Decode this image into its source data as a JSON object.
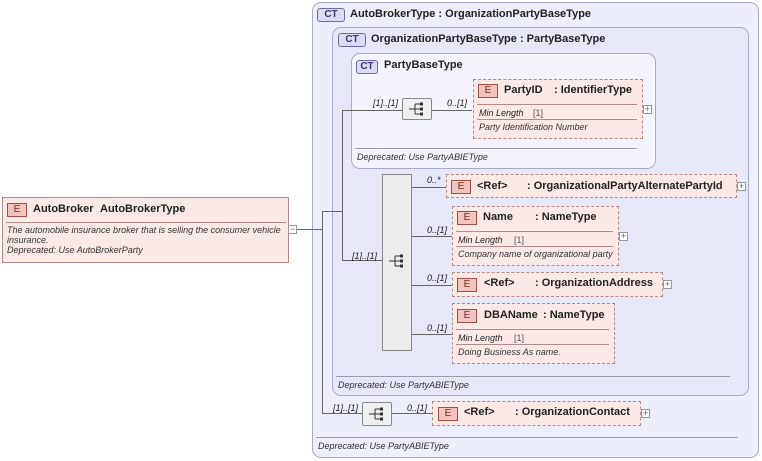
{
  "root": {
    "badge": "E",
    "name": "AutoBroker",
    "type": "AutoBrokerType",
    "doc1": "The automobile insurance broker that is selling the consumer vehicle",
    "doc2": "insurance.",
    "deprecated": "Deprecated: Use AutoBrokerParty",
    "collapse": "−"
  },
  "outer_type": {
    "badge": "CT",
    "title": "AutoBrokerType : OrganizationPartyBaseType",
    "deprecated": "Deprecated: Use PartyABIEType"
  },
  "mid_type": {
    "badge": "CT",
    "title": "OrganizationPartyBaseType : PartyBaseType",
    "deprecated": "Deprecated: Use PartyABIEType"
  },
  "inner_type": {
    "badge": "CT",
    "title": "PartyBaseType",
    "deprecated": "Deprecated: Use PartyABIEType"
  },
  "sequences": {
    "inner_card": "[1]..[1]",
    "mid_card": "[1]..[1]",
    "outer_card": "[1]..[1]"
  },
  "elements": {
    "party_id": {
      "badge": "E",
      "name": "PartyID",
      "type": ": IdentifierType",
      "card": "0..[1]",
      "facet": "Min Length",
      "facet_value": "[1]",
      "doc": "Party Identification Number",
      "expand": "+"
    },
    "alt_party_id": {
      "badge": "E",
      "ref": "<Ref>",
      "type": ": OrganizationalPartyAlternatePartyId",
      "card": "0..*",
      "expand": "+"
    },
    "name": {
      "badge": "E",
      "name": "Name",
      "type": ": NameType",
      "card": "0..[1]",
      "facet": "Min Length",
      "facet_value": "[1]",
      "doc": "Company name of organizational party",
      "expand": "+"
    },
    "address": {
      "badge": "E",
      "ref": "<Ref>",
      "type": ": OrganizationAddress",
      "card": "0..[1]",
      "expand": "+"
    },
    "dba_name": {
      "badge": "E",
      "name": "DBAName",
      "type": ": NameType",
      "card": "0..[1]",
      "facet": "Min Length",
      "facet_value": "[1]",
      "doc": "Doing Business As name.",
      "expand": "+"
    },
    "contact": {
      "badge": "E",
      "ref": "<Ref>",
      "type": ": OrganizationContact",
      "card": "0..[1]",
      "expand": "+"
    }
  }
}
